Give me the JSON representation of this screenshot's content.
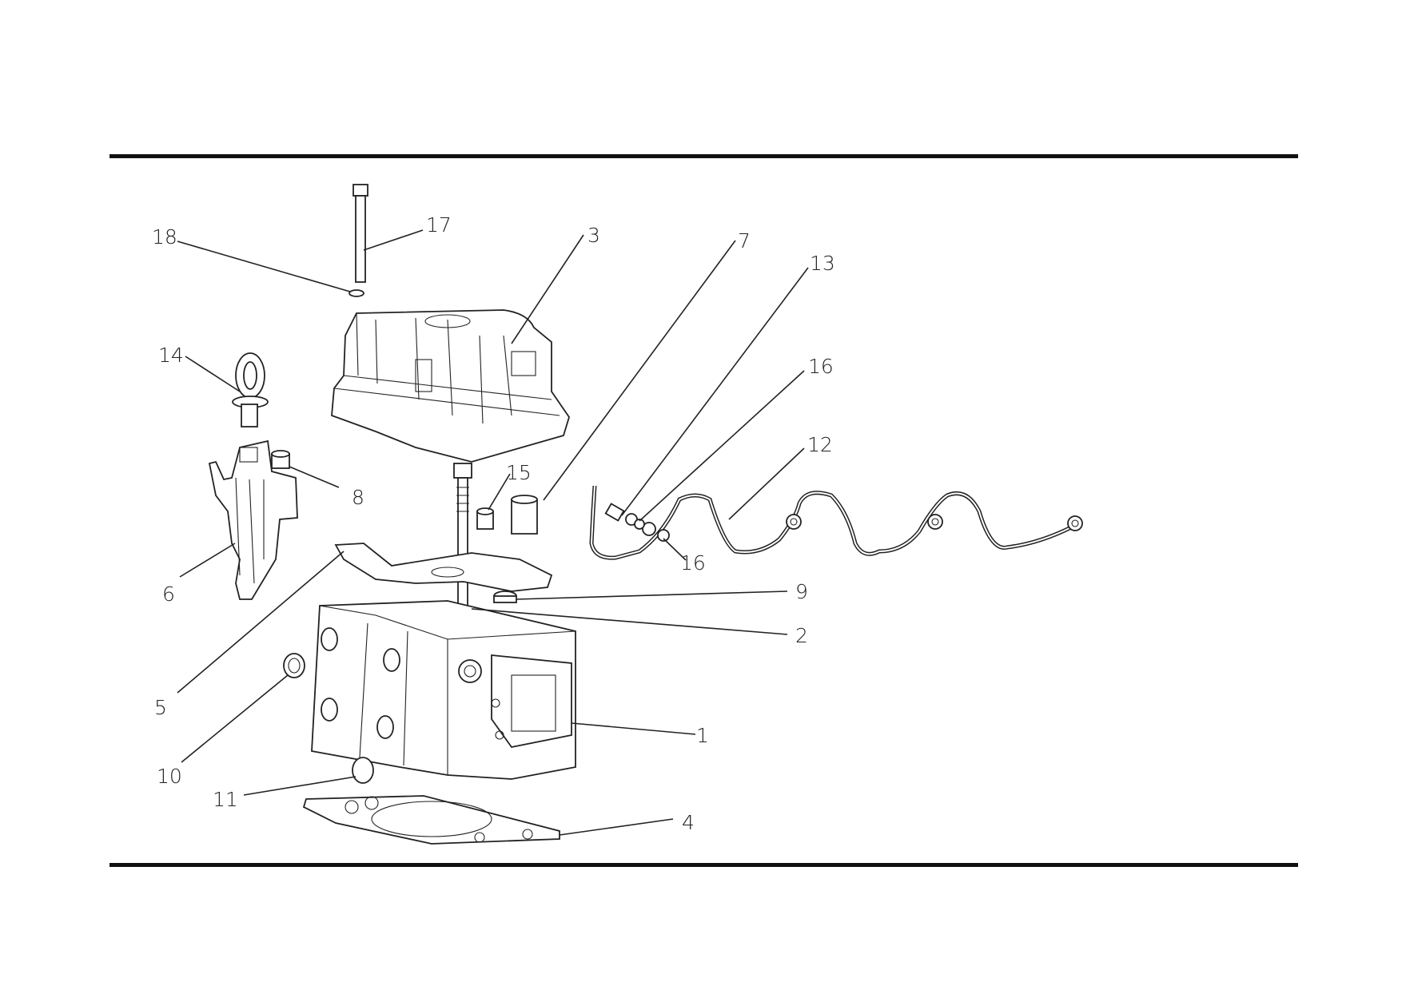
{
  "diagram": {
    "callouts": [
      "18",
      "17",
      "3",
      "7",
      "13",
      "16",
      "12",
      "14",
      "15",
      "8",
      "16",
      "6",
      "9",
      "2",
      "5",
      "10",
      "1",
      "11",
      "4"
    ]
  }
}
